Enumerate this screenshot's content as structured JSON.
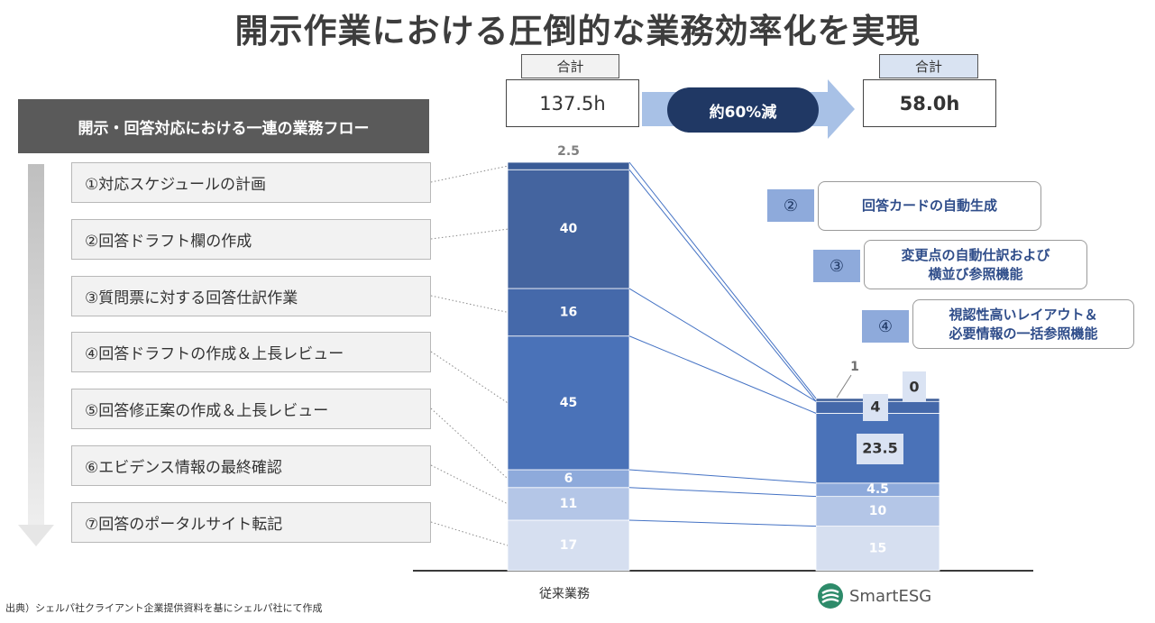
{
  "title": "開示作業における圧倒的な業務効率化を実現",
  "flow": {
    "header": "開示・回答対応における一連の業務フロー",
    "steps": [
      "①対応スケジュールの計画",
      "②回答ドラフト欄の作成",
      "③質問票に対する回答仕訳作業",
      "④回答ドラフトの作成＆上長レビュー",
      "⑤回答修正案の作成＆上長レビュー",
      "⑥エビデンス情報の最終確認",
      "⑦回答のポータルサイト転記"
    ]
  },
  "totals": {
    "before": {
      "label": "合計",
      "value": "137.5h"
    },
    "after": {
      "label": "合計",
      "value": "58.0h"
    },
    "reduction": "約60%減"
  },
  "features": [
    {
      "num": "②",
      "text": "回答カードの自動生成"
    },
    {
      "num": "③",
      "text": "変更点の自動仕訳および\n横並び参照機能"
    },
    {
      "num": "④",
      "text": "視認性高いレイアウト＆\n必要情報の一括参照機能"
    }
  ],
  "brand": {
    "name": "SmartESG"
  },
  "source_note": "出典）シェルパ社クライアント企業提供資料を基にシェルパ社にて作成",
  "colors": {
    "dark_navy": "#203864",
    "step1": "#3a5b96",
    "step2": "#44649f",
    "step3": "#4569aa",
    "step4": "#4a72b8",
    "step5": "#8eaadb",
    "step6": "#b4c6e7",
    "step7": "#d6dff0",
    "brand_green": "#2e8b6a"
  },
  "chart_data": {
    "type": "bar",
    "stacked": true,
    "categories": [
      "従来業務",
      "SmartESG"
    ],
    "series": [
      {
        "name": "①対応スケジュールの計画",
        "values": [
          2.5,
          1
        ]
      },
      {
        "name": "②回答ドラフト欄の作成",
        "values": [
          40,
          0
        ]
      },
      {
        "name": "③質問票に対する回答仕訳作業",
        "values": [
          16,
          4
        ]
      },
      {
        "name": "④回答ドラフトの作成＆上長レビュー",
        "values": [
          45,
          23.5
        ]
      },
      {
        "name": "⑤回答修正案の作成＆上長レビュー",
        "values": [
          6,
          4.5
        ]
      },
      {
        "name": "⑥エビデンス情報の最終確認",
        "values": [
          11,
          10
        ]
      },
      {
        "name": "⑦回答のポータルサイト転記",
        "values": [
          17,
          15
        ]
      }
    ],
    "labels": {
      "before": [
        "2.5",
        "40",
        "16",
        "45",
        "6",
        "11",
        "17"
      ],
      "after": [
        "1",
        "0",
        "4",
        "23.5",
        "4.5",
        "10",
        "15"
      ]
    },
    "ylim": [
      0,
      137.5
    ],
    "grid": false,
    "legend": "none"
  }
}
